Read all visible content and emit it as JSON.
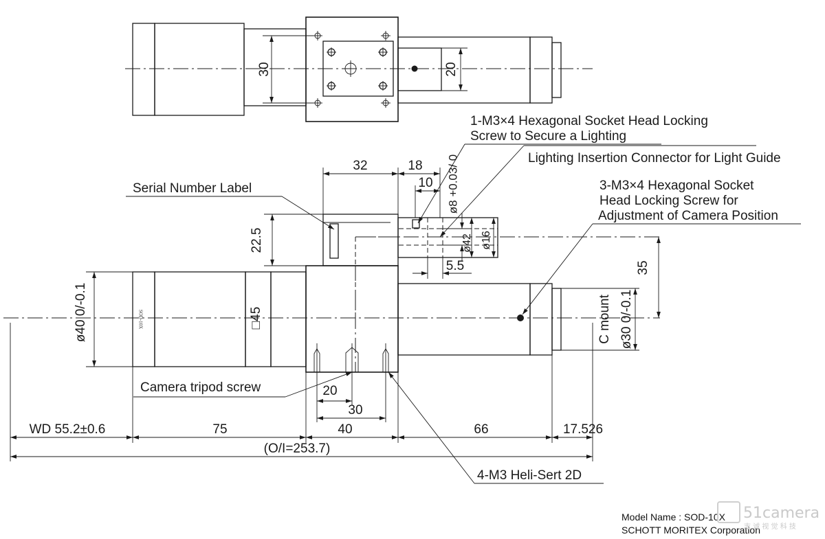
{
  "dimensions": {
    "top_width": "30",
    "top_slot": "20",
    "d32": "32",
    "d18": "18",
    "d10": "10",
    "d8": "ø8 +0.03/ 0",
    "d22_5": "22.5",
    "d42": "ø42",
    "d16": "ø16",
    "d5_5": "5.5",
    "d35": "35",
    "d40": "ø40  0/-0.1",
    "d45": "□45",
    "d30": "ø30  0/-0.1",
    "cmount": "C mount",
    "d20": "20",
    "d30b": "30",
    "wd": "WD 55.2±0.6",
    "d75": "75",
    "d40b": "40",
    "d66": "66",
    "d17": "17.526",
    "oi": "(O/I=253.7)"
  },
  "callouts": {
    "screw1_line1": "1-M3×4 Hexagonal Socket Head Locking",
    "screw1_line2": "Screw to Secure a Lighting",
    "connector": "Lighting Insertion Connector for Light Guide",
    "screw3_line1": "3-M3×4 Hexagonal Socket",
    "screw3_line2": "Head Locking Screw for",
    "screw3_line3": "Adjustment of Camera Position",
    "serial": "Serial Number Label",
    "tripod": "Camera tripod screw",
    "heli": "4-M3 Heli-Sert 2D"
  },
  "body_text": "SOD-10X",
  "footer": {
    "model": "Model Name : SOD-10X",
    "corp": "SCHOTT MORITEX Corporation"
  },
  "watermark": {
    "brand": "51camera",
    "sub": "志 诚 视 觉 科 技"
  }
}
